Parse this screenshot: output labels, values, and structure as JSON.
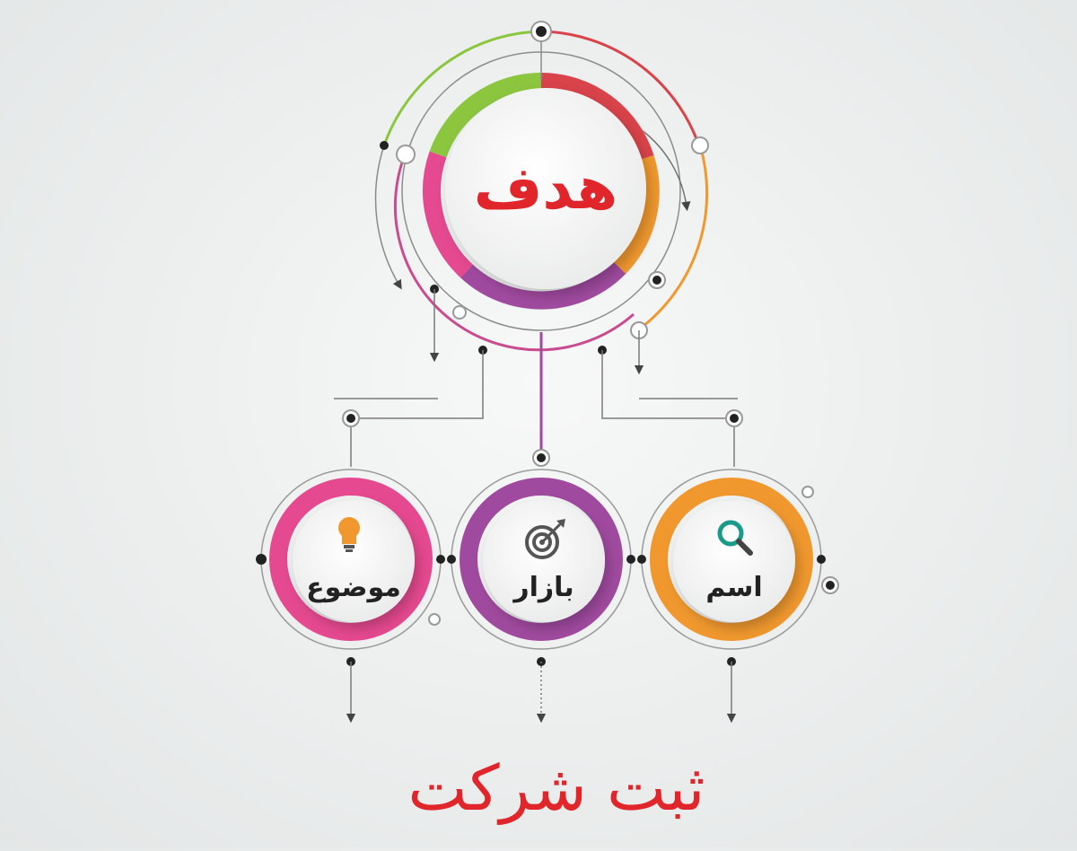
{
  "diagram": {
    "center": {
      "label": "هدف",
      "label_color": "#e0262a"
    },
    "nodes": [
      {
        "id": "topic",
        "label": "موضوع",
        "icon": "lightbulb-icon",
        "ring_color": "#e5498f"
      },
      {
        "id": "market",
        "label": "بازار",
        "icon": "target-icon",
        "ring_color": "#a04a9f"
      },
      {
        "id": "name",
        "label": "اسم",
        "icon": "magnifier-icon",
        "ring_color": "#f0982e"
      }
    ],
    "footer": {
      "title": "ثبت شرکت",
      "color": "#e0262a"
    },
    "colors": {
      "green": "#8cc63f",
      "red": "#d9434a",
      "orange": "#f0982e",
      "pink": "#e5498f",
      "purple": "#a04a9f",
      "line": "#6f6f6f"
    }
  }
}
